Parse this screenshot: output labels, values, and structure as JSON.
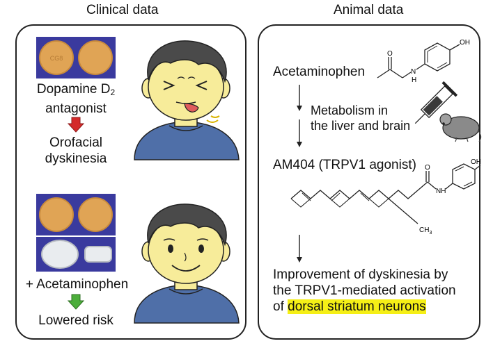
{
  "headers": {
    "left": "Clinical data",
    "right": "Animal data"
  },
  "clinical": {
    "drug_line1": "Dopamine D",
    "drug_sub": "2",
    "drug_line2": "antagonist",
    "effect_line1": "Orofacial",
    "effect_line2": "dyskinesia",
    "combo": "+ Acetaminophen",
    "result": "Lowered risk",
    "tablet_imprint": "CG8"
  },
  "animal": {
    "acetaminophen": "Acetaminophen",
    "metabolism_line1": "Metabolism in",
    "metabolism_line2": "the liver and brain",
    "am404": "AM404 (TRPV1 agonist)",
    "improve_line1": "Improvement of dyskinesia by",
    "improve_line2": "the TRPV1-mediated activation",
    "improve_line3_pre": "of ",
    "improve_line3_hl": "dorsal striatum neurons",
    "chem": {
      "oh": "OH",
      "nh": "N",
      "h": "H",
      "o": "O",
      "ch3": "CH",
      "three": "3"
    }
  },
  "colors": {
    "panel_border": "#222222",
    "tablet_bg": "#3a3a9e",
    "tablet_orange": "#e0a455",
    "red_arrow": "#d42a2a",
    "green_arrow": "#4cae3b",
    "highlight": "#f5ef16",
    "shirt": "#4f6fa8",
    "skin": "#f7ec9a",
    "hair": "#4a4a4a"
  }
}
